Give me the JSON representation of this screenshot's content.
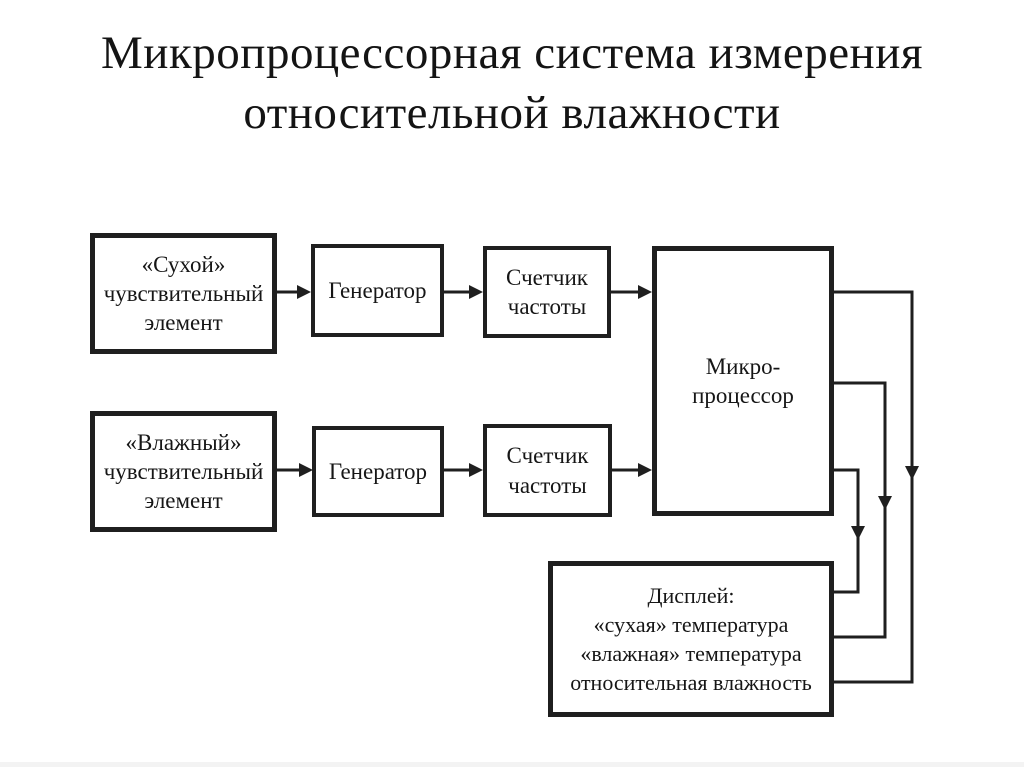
{
  "page": {
    "background": "#ffffff",
    "ink_color": "#1f1f1f"
  },
  "title": "Микропроцессорная система измерения относительной влажности",
  "diagram": {
    "boxes": {
      "sensor_dry": {
        "label": "«Сухой»\nчувствительный\nэлемент"
      },
      "generator_dry": {
        "label": "Генератор"
      },
      "counter_dry": {
        "label": "Счетчик\nчастоты"
      },
      "microprocessor": {
        "label": "Микро-\nпроцессор"
      },
      "sensor_wet": {
        "label": "«Влажный»\nчувствительный\nэлемент"
      },
      "generator_wet": {
        "label": "Генератор"
      },
      "counter_wet": {
        "label": "Счетчик\nчастоты"
      },
      "display": {
        "label": "Дисплей:\n«сухая» температура\n«влажная» температура\nотносительная влажность"
      }
    },
    "edges": [
      {
        "from": "sensor_dry",
        "to": "generator_dry"
      },
      {
        "from": "generator_dry",
        "to": "counter_dry"
      },
      {
        "from": "counter_dry",
        "to": "microprocessor"
      },
      {
        "from": "sensor_wet",
        "to": "generator_wet"
      },
      {
        "from": "generator_wet",
        "to": "counter_wet"
      },
      {
        "from": "counter_wet",
        "to": "microprocessor"
      },
      {
        "from": "microprocessor",
        "to": "display"
      },
      {
        "from": "microprocessor",
        "to": "display"
      },
      {
        "from": "microprocessor",
        "to": "display"
      }
    ]
  }
}
